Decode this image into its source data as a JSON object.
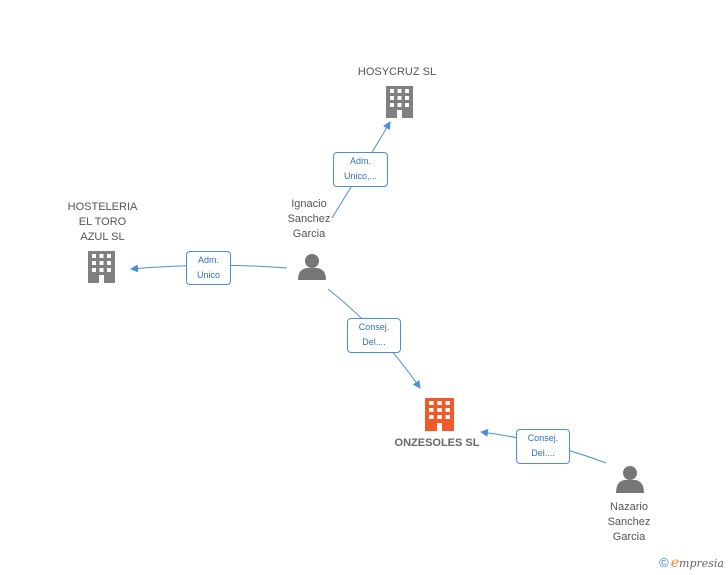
{
  "nodes": {
    "hosycruz": {
      "label": "HOSYCRUZ SL",
      "type": "company"
    },
    "hosteleria": {
      "label": "HOSTELERIA\nEL TORO\nAZUL SL",
      "type": "company"
    },
    "ignacio": {
      "label": "Ignacio\nSanchez\nGarcia",
      "type": "person"
    },
    "onzesoles": {
      "label": "ONZESOLES SL",
      "type": "company-focus"
    },
    "nazario": {
      "label": "Nazario\nSanchez\nGarcia",
      "type": "person"
    }
  },
  "edges": {
    "ignacio_hosycruz": {
      "label": "Adm.\nUnico,..."
    },
    "ignacio_hosteleria": {
      "label": "Adm.\nUnico"
    },
    "ignacio_onzesoles": {
      "label": "Consej.\nDel...."
    },
    "nazario_onzesoles": {
      "label": "Consej.\nDel...."
    }
  },
  "colors": {
    "company": "#808080",
    "company_focus": "#f05a28",
    "person": "#777777",
    "edge": "#4a90d9"
  },
  "brand": {
    "copyright": "©",
    "e_letter": "e",
    "name": "mpresia"
  }
}
